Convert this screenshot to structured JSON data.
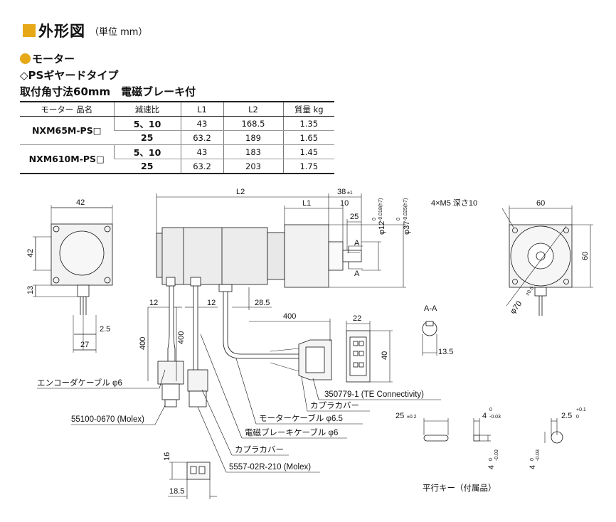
{
  "header": {
    "title": "外形図",
    "unit_note": "（単位 mm）",
    "section": "モーター",
    "type_line": "◇PSギヤードタイプ",
    "size_line": "取付角寸法60mm　電磁ブレーキ付"
  },
  "table": {
    "headers": [
      "モーター 品名",
      "減速比",
      "L1",
      "L2",
      "質量 kg"
    ],
    "groups": [
      {
        "model": "NXM65M-PS□",
        "rows": [
          {
            "ratio": "5、10",
            "l1": "43",
            "l2": "168.5",
            "mass": "1.35"
          },
          {
            "ratio": "25",
            "l1": "63.2",
            "l2": "189",
            "mass": "1.65"
          }
        ]
      },
      {
        "model": "NXM610M-PS□",
        "rows": [
          {
            "ratio": "5、10",
            "l1": "43",
            "l2": "183",
            "mass": "1.45"
          },
          {
            "ratio": "25",
            "l1": "63.2",
            "l2": "203",
            "mass": "1.75"
          }
        ]
      }
    ]
  },
  "dims": {
    "d42_top": "42",
    "d42_side": "42",
    "d13": "13",
    "d2_5": "2.5",
    "d27": "27",
    "l2": "L2",
    "d38": "38",
    "d38_tol": "±1",
    "l1": "L1",
    "d10": "10",
    "d25": "25",
    "phi12": "φ12",
    "phi12_tol": "-0.018(h7)",
    "phi12_upper": "0",
    "phi37": "φ37",
    "phi37_tol": "-0.025(h7)",
    "phi37_upper": "0",
    "sec_a1": "A",
    "sec_a2": "A",
    "d12a": "12",
    "d12b": "12",
    "d28_5": "28.5",
    "d400_h": "400",
    "d22": "22",
    "d40": "40",
    "d400_v1": "400",
    "d400_v2": "400",
    "m5": "4×M5 深さ10",
    "d60_top": "60",
    "d60_side": "60",
    "phi70": "φ70",
    "phi70_tol": "±0.5",
    "aa": "A-A",
    "d13_5": "13.5",
    "d16": "16",
    "d18_5": "18.5",
    "key25": "25",
    "key25_tol": "±0.2",
    "key4a": "4",
    "key4a_tol": "-0.03",
    "key4a_upper": "0",
    "key4b": "4",
    "key4b_tol": "-0.03",
    "key4b_upper": "0",
    "key4c": "4",
    "key4c_tol": "-0.03",
    "key4c_upper": "0",
    "key2_5": "2.5",
    "key2_5_upper": "+0.1",
    "key2_5_lower": "0"
  },
  "labels": {
    "encoder_cable": "エンコーダケーブル φ6",
    "molex1": "55100-0670 (Molex)",
    "te": "350779-1 (TE Connectivity)",
    "coupler_cover1": "カプラカバー",
    "motor_cable": "モーターケーブル φ6.5",
    "brake_cable": "電磁ブレーキケーブル φ6",
    "coupler_cover2": "カプラカバー",
    "molex2": "5557-02R-210 (Molex)",
    "key_note": "平行キー（付属品）"
  }
}
